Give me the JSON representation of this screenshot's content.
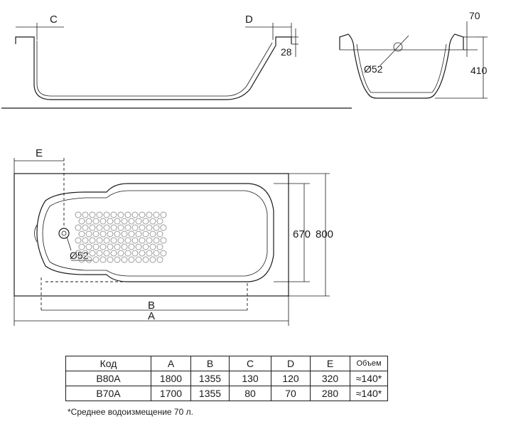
{
  "side_view": {
    "label_c": "C",
    "label_d": "D",
    "dim_rim_height": "28"
  },
  "end_view": {
    "dim_rim": "70",
    "dim_depth": "410",
    "drain_diameter": "Ø52"
  },
  "plan_view": {
    "label_e": "E",
    "label_b": "B",
    "label_a": "A",
    "dim_inner_width": "670",
    "dim_outer_width": "800",
    "drain_diameter": "Ø52"
  },
  "table": {
    "headers": [
      "Код",
      "A",
      "B",
      "C",
      "D",
      "E",
      "Объем"
    ],
    "rows": [
      [
        "B80A",
        "1800",
        "1355",
        "130",
        "120",
        "320",
        "≈140*"
      ],
      [
        "B70A",
        "1700",
        "1355",
        "80",
        "70",
        "280",
        "≈140*"
      ]
    ]
  },
  "footnote": "*Среднее водоизмещение 70 л."
}
